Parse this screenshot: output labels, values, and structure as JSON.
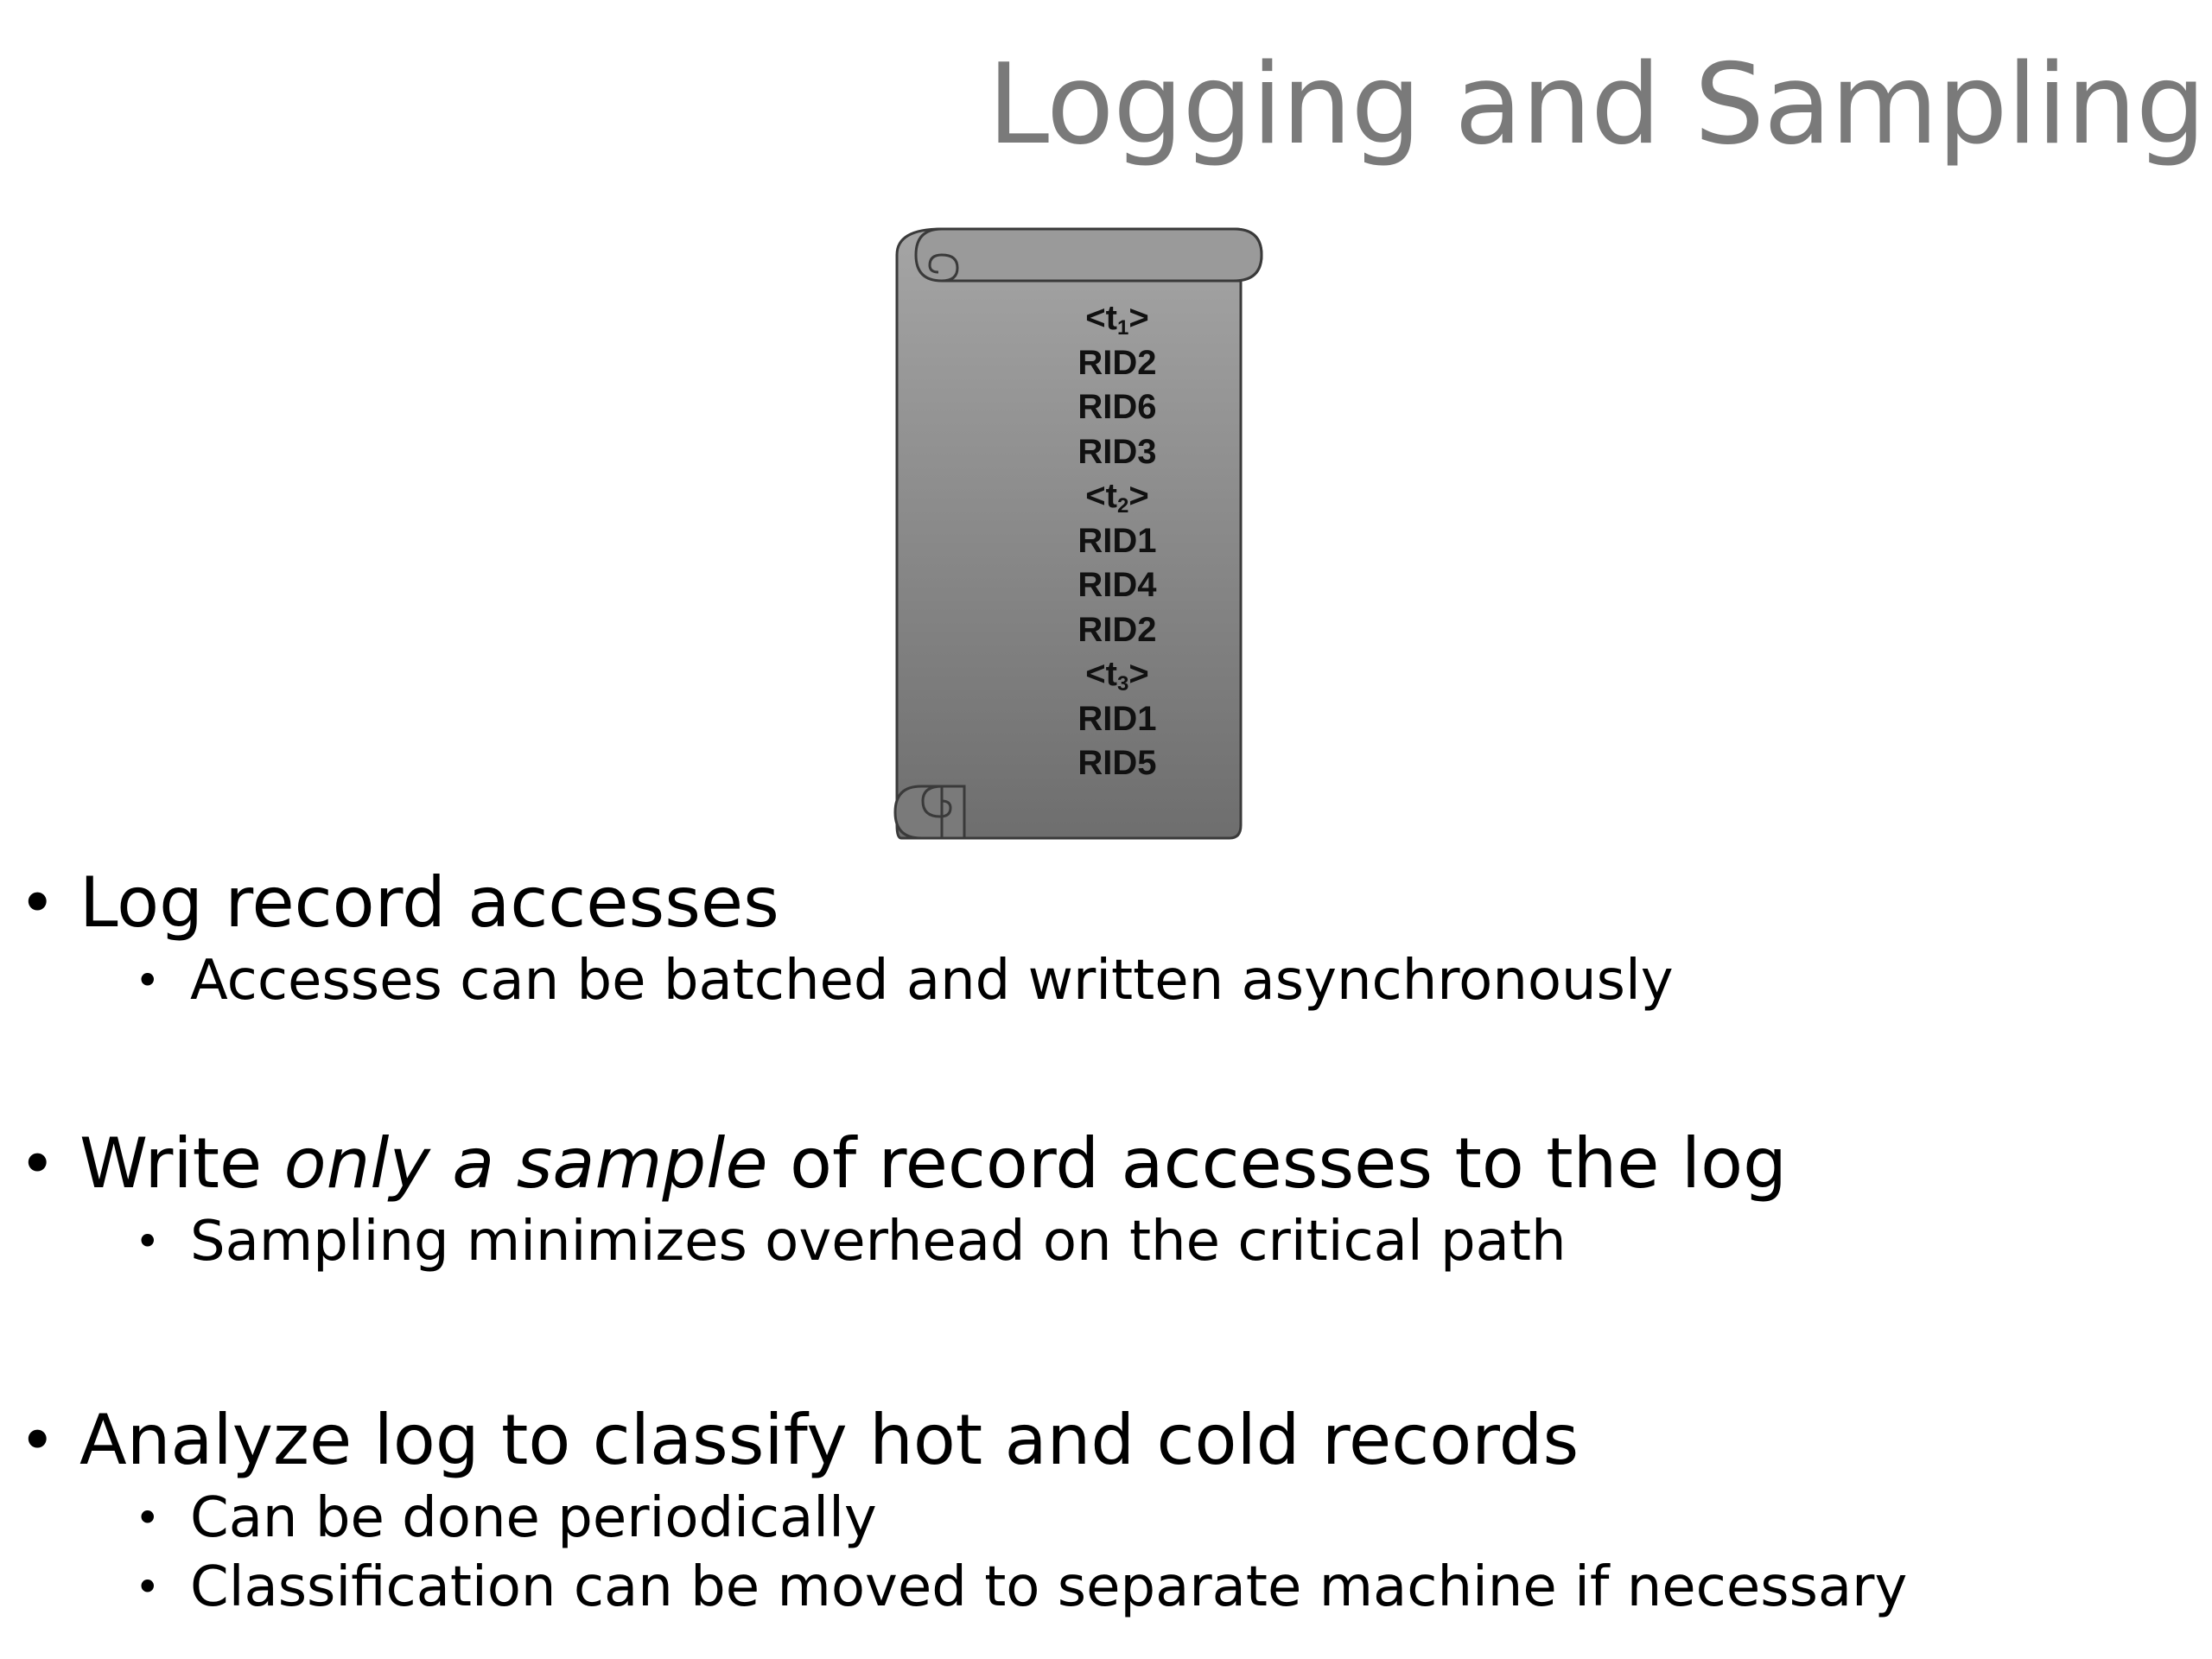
{
  "title": "Logging and Sampling",
  "log_scroll": {
    "entries": [
      {
        "type": "tick",
        "prefix": "<t",
        "sub": "1",
        "suffix": ">"
      },
      {
        "type": "rid",
        "text": "RID2"
      },
      {
        "type": "rid",
        "text": "RID6"
      },
      {
        "type": "rid",
        "text": "RID3"
      },
      {
        "type": "tick",
        "prefix": "<t",
        "sub": "2",
        "suffix": ">"
      },
      {
        "type": "rid",
        "text": "RID1"
      },
      {
        "type": "rid",
        "text": "RID4"
      },
      {
        "type": "rid",
        "text": "RID2"
      },
      {
        "type": "tick",
        "prefix": "<t",
        "sub": "3",
        "suffix": ">"
      },
      {
        "type": "rid",
        "text": "RID1"
      },
      {
        "type": "rid",
        "text": "RID5"
      }
    ]
  },
  "bullets": [
    {
      "text": "Log record accesses",
      "sub": [
        "Accesses can be batched and written asynchronously"
      ]
    },
    {
      "text_before": "Write ",
      "text_emph": "only a sample",
      "text_after": " of record accesses to the log",
      "sub": [
        "Sampling minimizes overhead on the critical path"
      ]
    },
    {
      "text": "Analyze log to classify hot and cold records",
      "sub": [
        "Can be done periodically",
        "Classification can be moved to separate machine if necessary"
      ]
    }
  ],
  "colors": {
    "title": "#7a7a7a",
    "scroll_light": "#a5a5a5",
    "scroll_dark": "#6e6e6e",
    "scroll_outline": "#3a3a3a"
  }
}
